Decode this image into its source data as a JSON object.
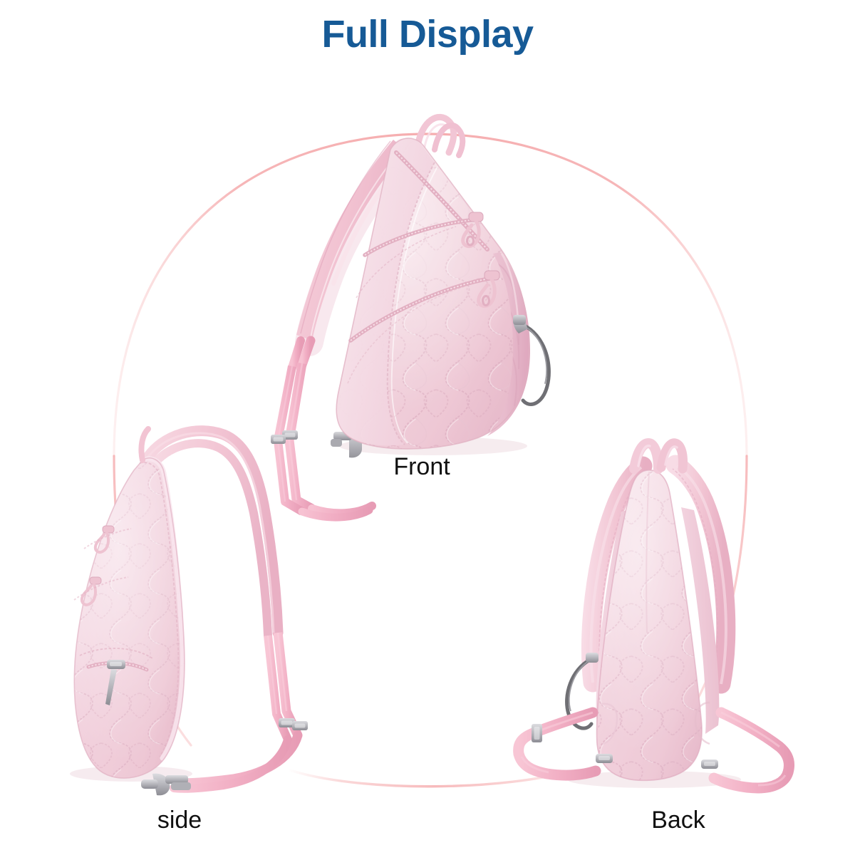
{
  "header": {
    "title": "Full Display",
    "title_color": "#165a96"
  },
  "background": {
    "color": "#ffffff",
    "decorative_arc_color": "#f5a9ab"
  },
  "product": {
    "name": "quilted sling bag",
    "body_color": "#f1d2dc",
    "body_shadow_color": "#e4b9c8",
    "webbing_color": "#f2b3c6",
    "strap_panel_color": "#f4c9d6",
    "hardware_color": "#b9b9bd",
    "pull_loop_color": "#6f6f74",
    "zipper_color": "#e6b4c4"
  },
  "views": [
    {
      "id": "front",
      "caption": "Front",
      "caption_color": "#111111"
    },
    {
      "id": "side",
      "caption": "side",
      "caption_color": "#111111"
    },
    {
      "id": "back",
      "caption": "Back",
      "caption_color": "#111111"
    }
  ],
  "captions": {
    "front": "Front",
    "side": "side",
    "back": "Back"
  }
}
